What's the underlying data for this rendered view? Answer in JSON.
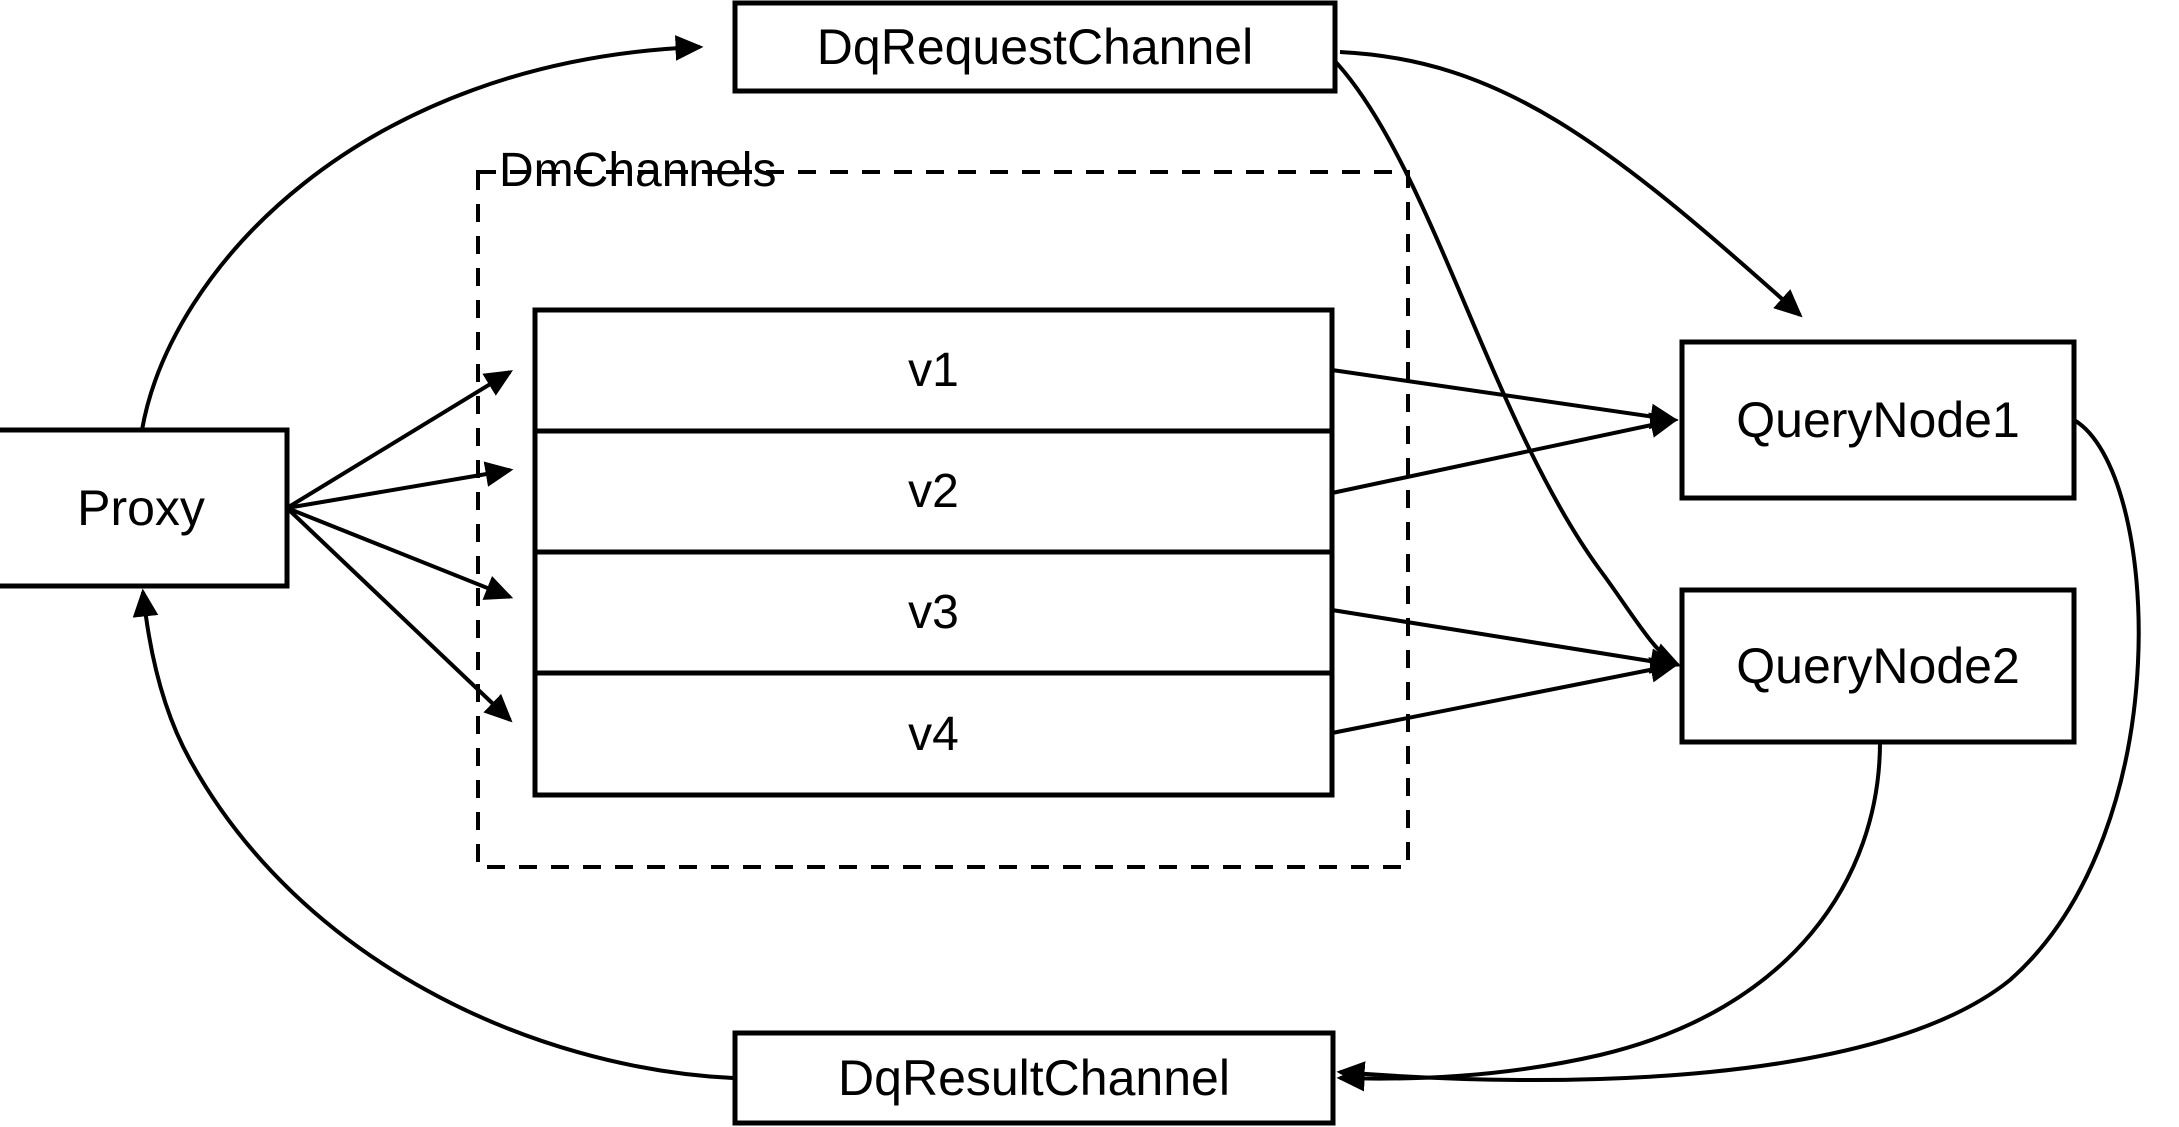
{
  "diagram": {
    "title": "Milvus distributed query channel topology",
    "background_color": "#ffffff",
    "line_color": "#000000",
    "nodes": {
      "proxy": {
        "label": "Proxy"
      },
      "dq_request_channel": {
        "label": "DqRequestChannel"
      },
      "dq_result_channel": {
        "label": "DqResultChannel"
      },
      "query_node_1": {
        "label": "QueryNode1"
      },
      "query_node_2": {
        "label": "QueryNode2"
      }
    },
    "group": {
      "label": "DmChannels",
      "style": "dashed",
      "channels": [
        {
          "label": "v1"
        },
        {
          "label": "v2"
        },
        {
          "label": "v3"
        },
        {
          "label": "v4"
        }
      ]
    },
    "edges": [
      {
        "from": "Proxy",
        "to": "DqRequestChannel"
      },
      {
        "from": "Proxy",
        "to": "v1"
      },
      {
        "from": "Proxy",
        "to": "v2"
      },
      {
        "from": "Proxy",
        "to": "v3"
      },
      {
        "from": "Proxy",
        "to": "v4"
      },
      {
        "from": "DqRequestChannel",
        "to": "QueryNode1"
      },
      {
        "from": "DqRequestChannel",
        "to": "QueryNode2"
      },
      {
        "from": "v1",
        "to": "QueryNode1"
      },
      {
        "from": "v2",
        "to": "QueryNode1"
      },
      {
        "from": "v3",
        "to": "QueryNode2"
      },
      {
        "from": "v4",
        "to": "QueryNode2"
      },
      {
        "from": "QueryNode1",
        "to": "DqResultChannel"
      },
      {
        "from": "QueryNode2",
        "to": "DqResultChannel"
      },
      {
        "from": "DqResultChannel",
        "to": "Proxy"
      }
    ]
  }
}
